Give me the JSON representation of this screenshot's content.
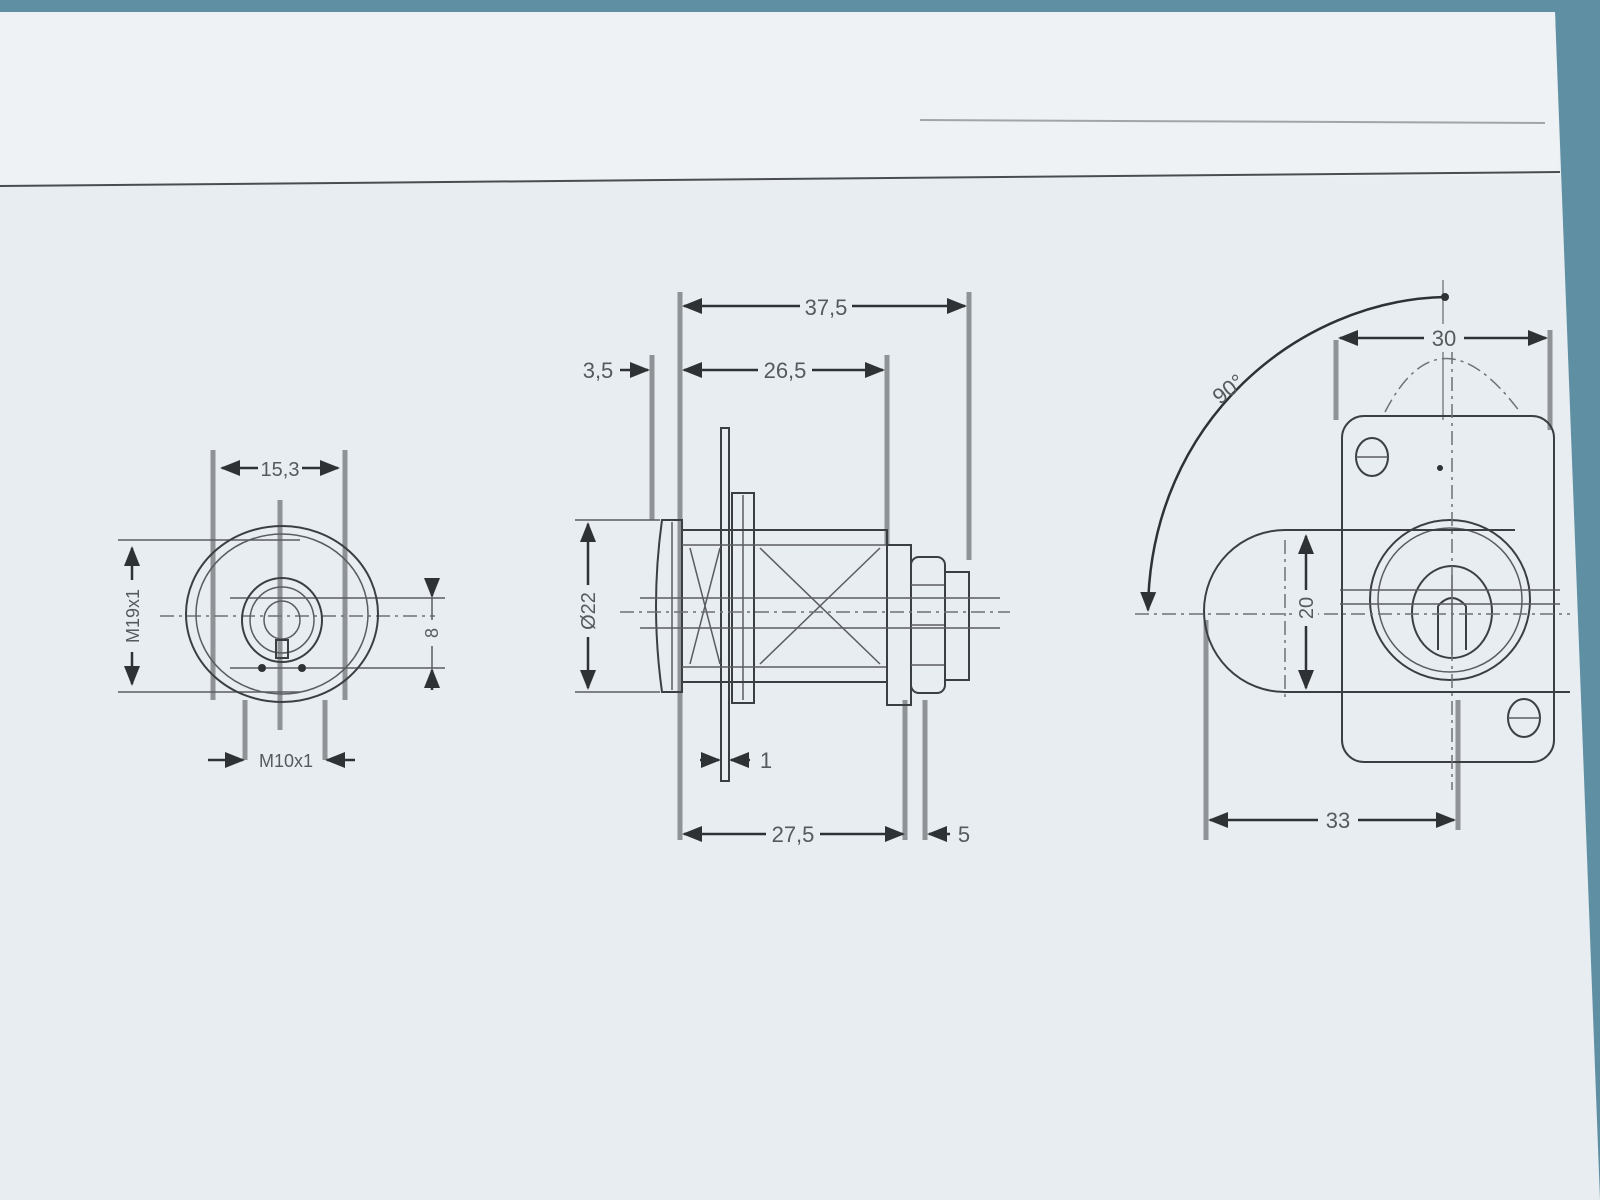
{
  "drawing": {
    "front_view": {
      "width_label": "15,3",
      "height_label": "M19x1",
      "thread_label": "M10x1",
      "small_dim_label": "8"
    },
    "side_view": {
      "overall_length": "37,5",
      "body_length": "26,5",
      "flange_offset": "3,5",
      "diameter_label": "Ø22",
      "plate_thickness": "1",
      "bottom_length": "27,5",
      "nut_thickness": "5"
    },
    "cam_view": {
      "plate_width": "30",
      "rotation_angle": "90°",
      "cam_width": "20",
      "cam_reach": "33"
    }
  },
  "colors": {
    "paper": "#e9eef2",
    "ink": "#3c3f41",
    "background": "#5f8fa3"
  }
}
